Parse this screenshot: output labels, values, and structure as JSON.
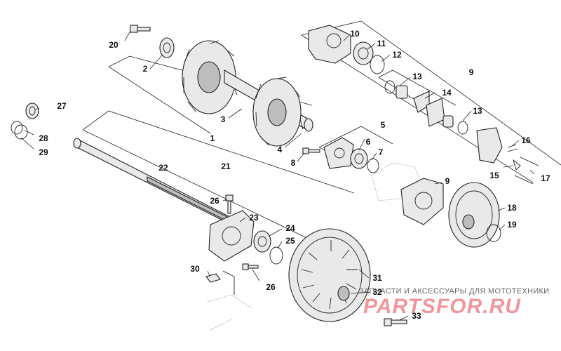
{
  "callouts": [
    {
      "id": "1",
      "text": "1"
    },
    {
      "id": "2",
      "text": "2"
    },
    {
      "id": "3",
      "text": "3"
    },
    {
      "id": "4",
      "text": "4"
    },
    {
      "id": "5",
      "text": "5"
    },
    {
      "id": "6",
      "text": "6"
    },
    {
      "id": "7",
      "text": "7"
    },
    {
      "id": "8",
      "text": "8"
    },
    {
      "id": "9a",
      "text": "9"
    },
    {
      "id": "9b",
      "text": "9"
    },
    {
      "id": "10",
      "text": "10"
    },
    {
      "id": "11",
      "text": "11"
    },
    {
      "id": "12",
      "text": "12"
    },
    {
      "id": "13a",
      "text": "13"
    },
    {
      "id": "13b",
      "text": "13"
    },
    {
      "id": "14",
      "text": "14"
    },
    {
      "id": "15",
      "text": "15"
    },
    {
      "id": "16",
      "text": "16"
    },
    {
      "id": "17",
      "text": "17"
    },
    {
      "id": "18",
      "text": "18"
    },
    {
      "id": "19",
      "text": "19"
    },
    {
      "id": "20",
      "text": "20"
    },
    {
      "id": "21",
      "text": "21"
    },
    {
      "id": "22",
      "text": "22"
    },
    {
      "id": "23",
      "text": "23"
    },
    {
      "id": "24",
      "text": "24"
    },
    {
      "id": "25",
      "text": "25"
    },
    {
      "id": "26a",
      "text": "26"
    },
    {
      "id": "26b",
      "text": "26"
    },
    {
      "id": "27",
      "text": "27"
    },
    {
      "id": "28",
      "text": "28"
    },
    {
      "id": "29",
      "text": "29"
    },
    {
      "id": "30",
      "text": "30"
    },
    {
      "id": "31",
      "text": "31"
    },
    {
      "id": "32",
      "text": "32"
    },
    {
      "id": "33",
      "text": "33"
    }
  ],
  "watermark": {
    "tagline": "ЗАПЧАСТИ И АКСЕССУАРЫ ДЛЯ МОТОТЕХНИКИ",
    "logo": "PARTSFOR.RU"
  }
}
